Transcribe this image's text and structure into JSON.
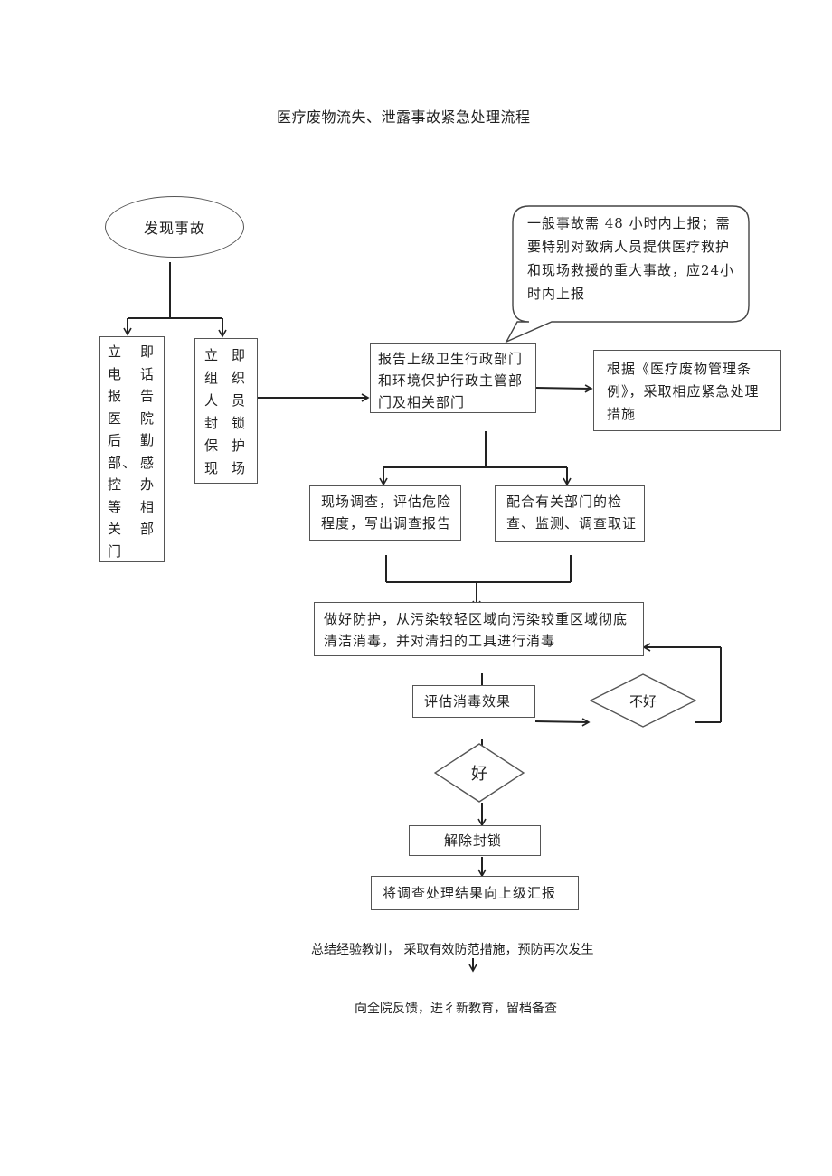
{
  "title": "医疗废物流失、泄露事故紧急处理流程",
  "nodes": {
    "start": "发现事故",
    "callout": "一般事故需 48 小时内上报；需要特别对致病人员提供医疗救护和现场救援的重大事故，应24小时内上报",
    "phone_col1": "立电报医后部、控等关门",
    "phone_col2": "即话告院勤感办相部",
    "seal_col1": "立组人封保现",
    "seal_col2": "即织员锁护场",
    "report": "报告上级卫生行政部门和环境保护行政主管部门及相关部门",
    "regulation": "根据《医疗废物管理条例》，采取相应紧急处理措施",
    "investigate": "现场调查，评估危险程度，写出调查报告",
    "cooperate": "配合有关部门的检查、监测、调查取证",
    "disinfect": "做好防护，从污染较轻区域向污染较重区域彻底清洁消毒，并对清扫的工具进行消毒",
    "evaluate": "评估消毒效果",
    "bad": "不好",
    "good": "好",
    "unseal": "解除封锁",
    "report_result": "将调查处理结果向上级汇报",
    "summary": "总结经验教训， 采取有效防范措施，预防再次发生",
    "feedback": "向全院反馈，进彳新教育，留档备查"
  }
}
